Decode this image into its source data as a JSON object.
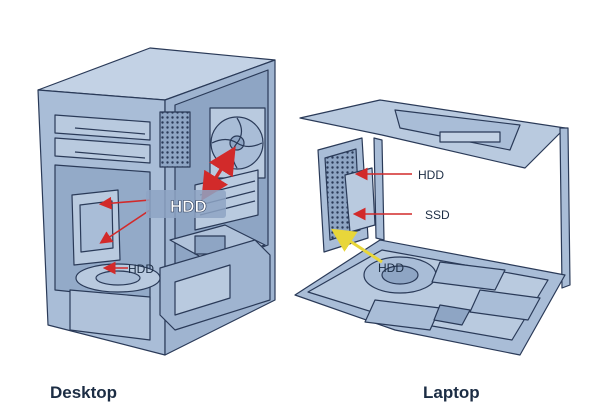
{
  "captions": {
    "desktop": "Desktop",
    "laptop": "Laptop"
  },
  "desktop_labels": {
    "hdd_main": "HDD",
    "hdd_lower": "HDD"
  },
  "laptop_labels": {
    "hdd": "HDD",
    "ssd": "SSD",
    "hdd_bottom": "HDD"
  },
  "colors": {
    "chassis_fill": "#a9bdd7",
    "chassis_dark": "#8ea5c4",
    "outline": "#2a3a58",
    "arrow_red": "#d22a2a",
    "arrow_yellow": "#e8d63a",
    "caption": "#1c2d44"
  }
}
